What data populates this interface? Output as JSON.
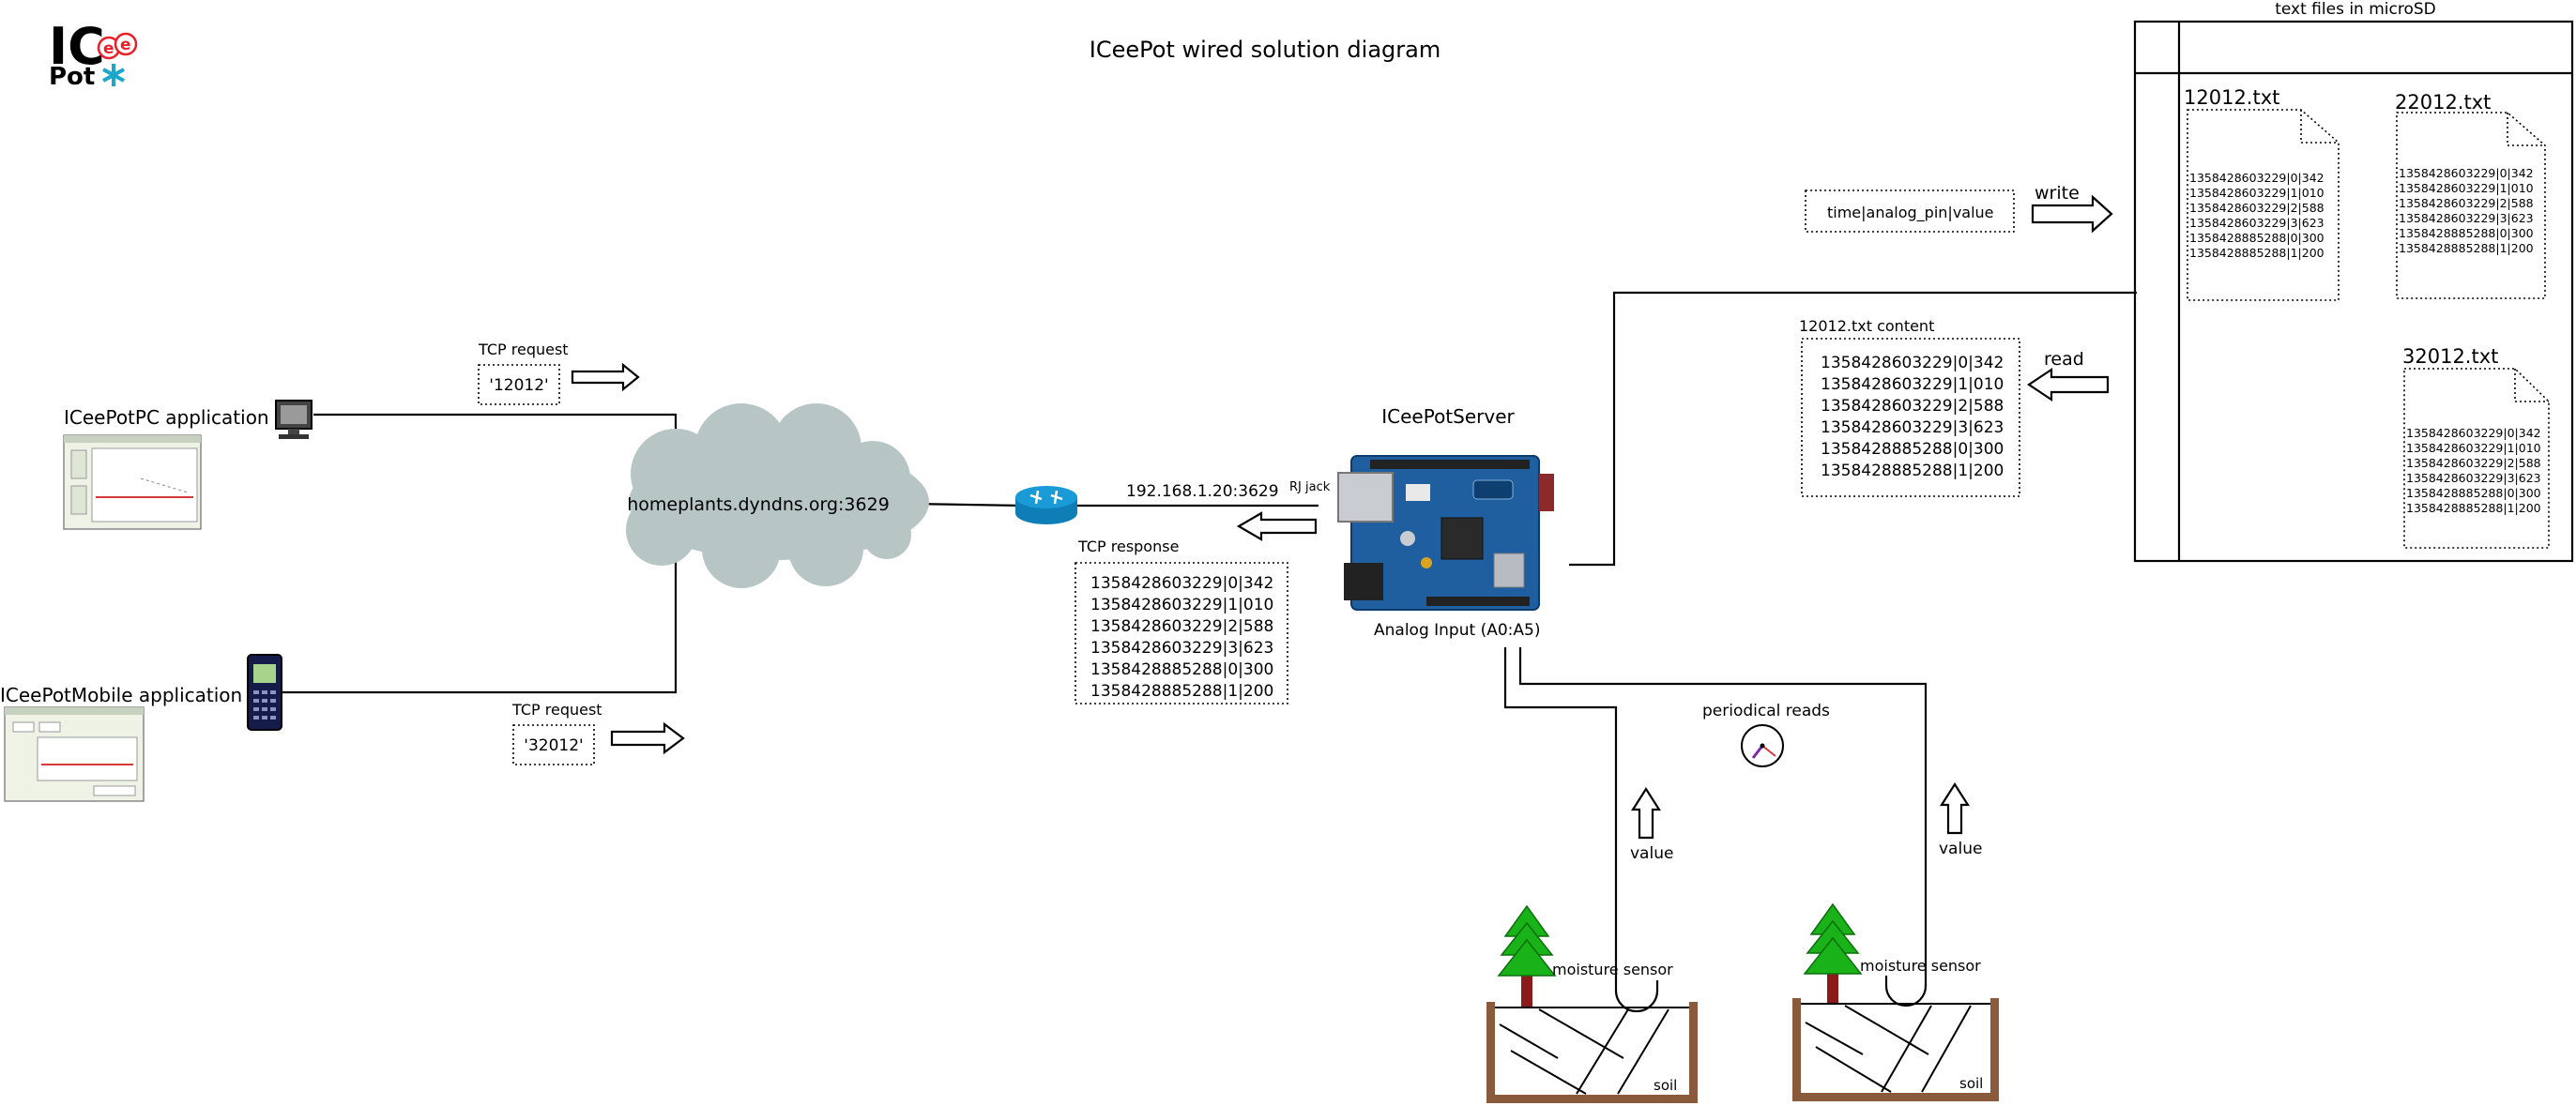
{
  "title": "ICeePot wired solution diagram",
  "logo": {
    "text_top": "IC",
    "text_bottom": "Pot",
    "badges": [
      "e",
      "e"
    ]
  },
  "clients": {
    "pc_label": "ICeePotPC application",
    "mobile_label": "ICeePotMobile application"
  },
  "requests": {
    "top_label": "TCP request",
    "top_value": "'12012'",
    "bottom_label": "TCP request",
    "bottom_value": "'32012'"
  },
  "cloud_label": "homeplants.dyndns.org:3629",
  "router_ip": "192.168.1.20:3629",
  "rj_jack": "RJ jack",
  "server_name": "ICeePotServer",
  "analog_input": "Analog Input (A0:A5)",
  "response": {
    "label": "TCP response",
    "lines": [
      "1358428603229|0|342",
      "1358428603229|1|010",
      "1358428603229|2|588",
      "1358428603229|3|623",
      "1358428885288|0|300",
      "1358428885288|1|200"
    ]
  },
  "format_box": "time|analog_pin|value",
  "write_label": "write",
  "read_label": "read",
  "content": {
    "label": "12012.txt content",
    "lines": [
      "1358428603229|0|342",
      "1358428603229|1|010",
      "1358428603229|2|588",
      "1358428603229|3|623",
      "1358428885288|0|300",
      "1358428885288|1|200"
    ]
  },
  "microsd": {
    "title": "text files in microSD",
    "files": [
      {
        "name": "12012.txt",
        "lines": [
          "1358428603229|0|342",
          "1358428603229|1|010",
          "1358428603229|2|588",
          "1358428603229|3|623",
          "1358428885288|0|300",
          "1358428885288|1|200"
        ]
      },
      {
        "name": "22012.txt",
        "lines": [
          "1358428603229|0|342",
          "1358428603229|1|010",
          "1358428603229|2|588",
          "1358428603229|3|623",
          "1358428885288|0|300",
          "1358428885288|1|200"
        ]
      },
      {
        "name": "32012.txt",
        "lines": [
          "1358428603229|0|342",
          "1358428603229|1|010",
          "1358428603229|2|588",
          "1358428603229|3|623",
          "1358428885288|0|300",
          "1358428885288|1|200"
        ]
      }
    ]
  },
  "periodical_reads": "periodical reads",
  "value_label_left": "value",
  "value_label_right": "value",
  "sensor_left": "moisture sensor",
  "sensor_right": "moisture sensor",
  "soil_left": "soil",
  "soil_right": "soil",
  "colors": {
    "cloud": "#b7c6c5",
    "router": "#1a9ad6",
    "board": "#1f5fa0",
    "tree": "#19b219",
    "trunk": "#8b1a1a",
    "pot": "#8a5a3c",
    "logo_red": "#e8202a",
    "logo_cyan": "#1aa7c9"
  }
}
